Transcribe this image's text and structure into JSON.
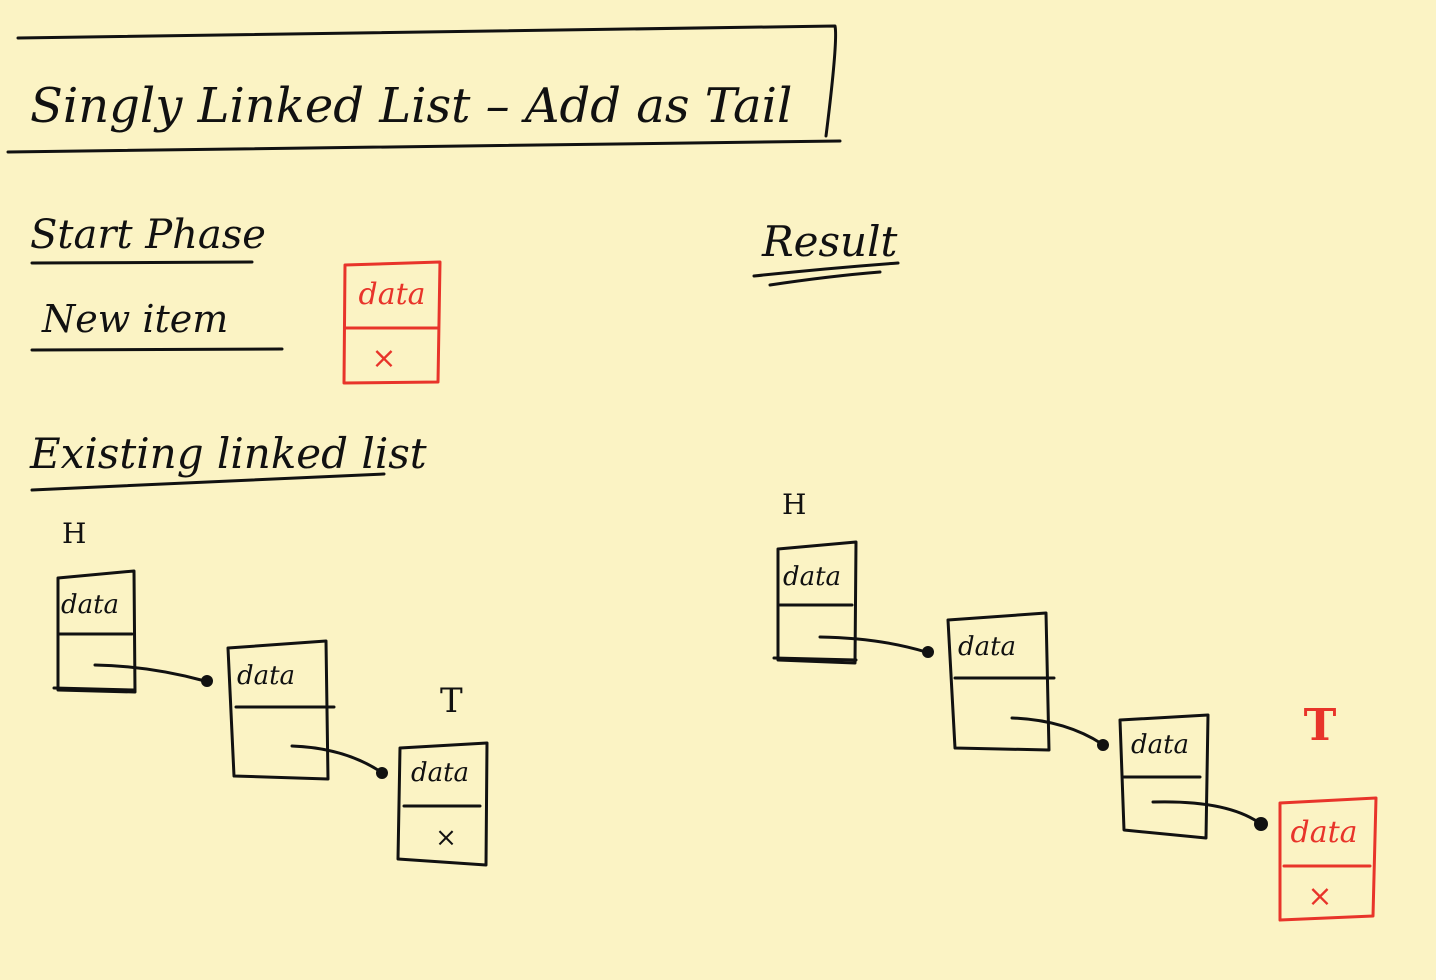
{
  "title": "Singly Linked List – Add as Tail",
  "start_phase": {
    "heading": "Start Phase"
  },
  "new_item": {
    "label": "New item",
    "node": {
      "data": "data",
      "next": "×"
    }
  },
  "existing": {
    "heading": "Existing linked list",
    "head_marker": "H",
    "tail_marker": "T",
    "nodes": [
      {
        "data": "data",
        "next": ""
      },
      {
        "data": "data",
        "next": ""
      },
      {
        "data": "data",
        "next": "×"
      }
    ]
  },
  "result": {
    "heading": "Result",
    "head_marker": "H",
    "tail_marker": "T",
    "nodes": [
      {
        "data": "data",
        "next": ""
      },
      {
        "data": "data",
        "next": ""
      },
      {
        "data": "data",
        "next": ""
      },
      {
        "data": "data",
        "next": "×"
      }
    ]
  },
  "colors": {
    "ink": "#111111",
    "highlight": "#e8342a",
    "paper": "#fbf3c4"
  }
}
